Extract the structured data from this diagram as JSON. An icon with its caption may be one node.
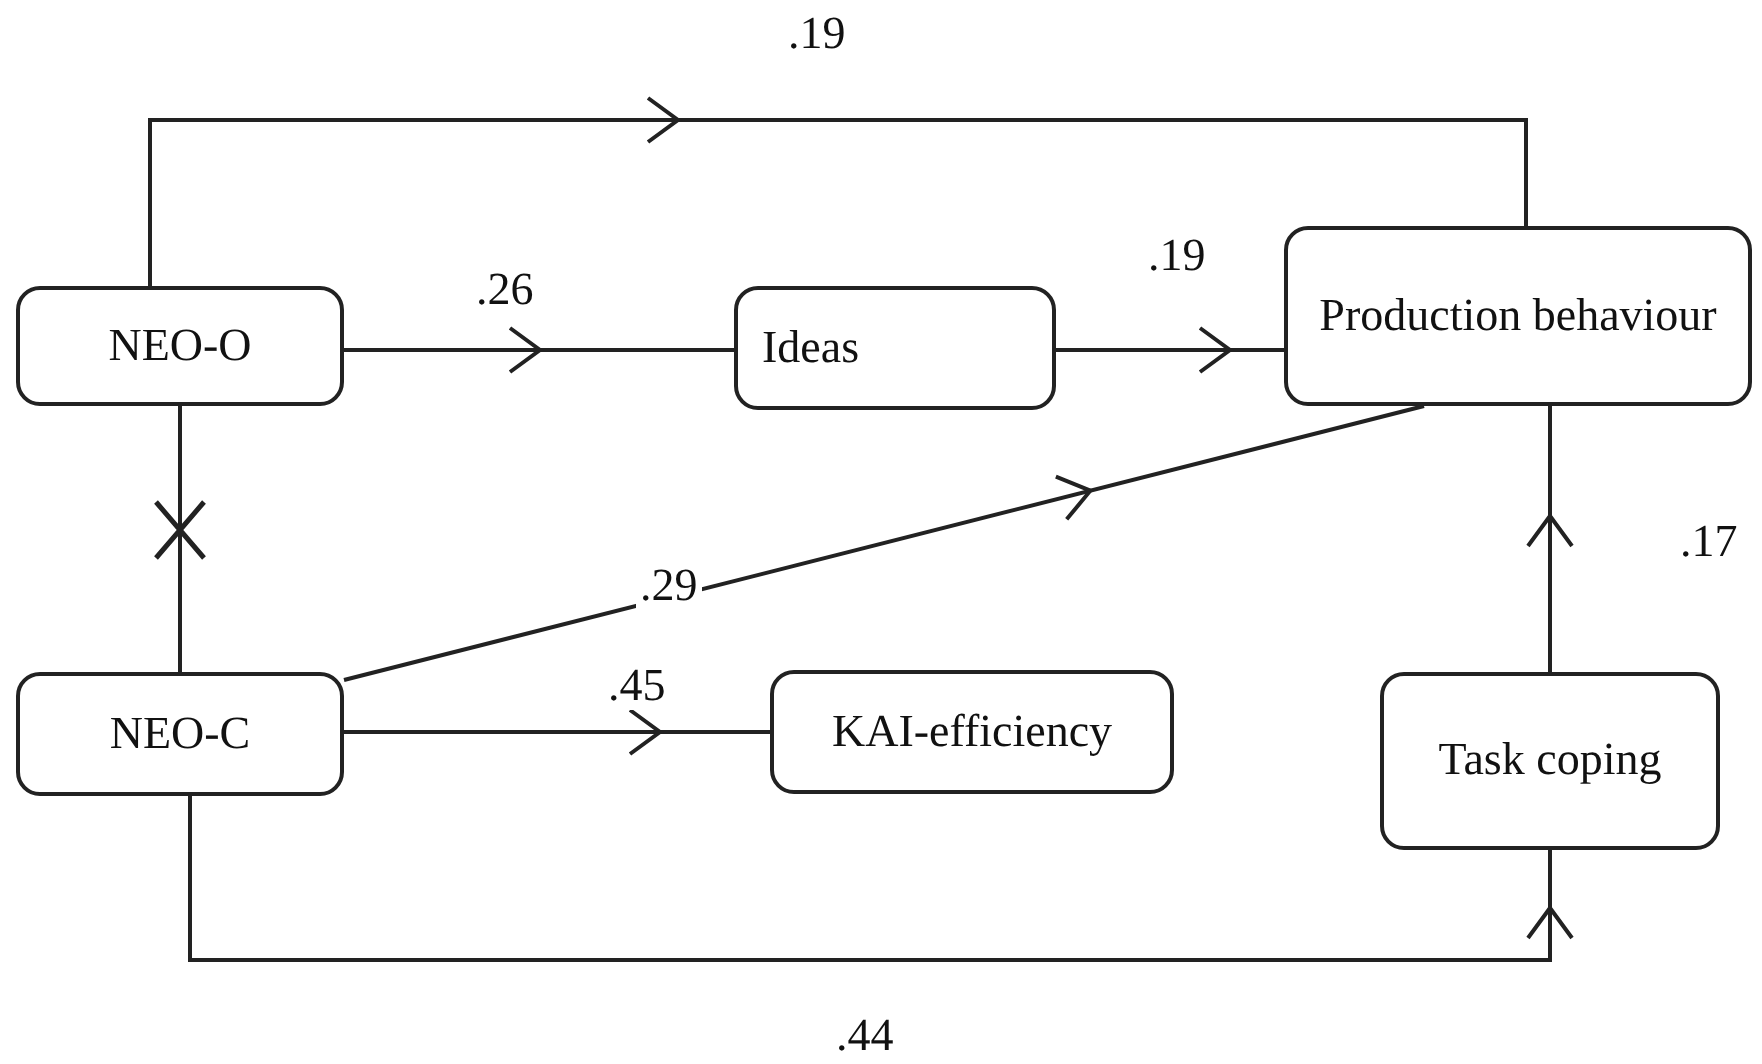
{
  "diagram": {
    "nodes": [
      {
        "text": [
          "NEO-O"
        ]
      },
      {
        "text": [
          "Ideas"
        ]
      },
      {
        "text": [
          "Production behaviour"
        ]
      },
      {
        "text": [
          "NEO-C"
        ]
      },
      {
        "text": [
          "KAI-efficiency"
        ]
      },
      {
        "text": [
          "Task coping"
        ]
      }
    ],
    "edges": [
      {
        "from": 0,
        "to": 2,
        "arrow": "to",
        "label": ".19"
      },
      {
        "from": 0,
        "to": 1,
        "arrow": "to",
        "label": ".26"
      },
      {
        "from": 1,
        "to": 2,
        "arrow": "to",
        "label": ".19"
      },
      {
        "from": 0,
        "to": 3,
        "arrow": "none"
      },
      {
        "from": 3,
        "to": 2,
        "arrow": "to",
        "label": ".29"
      },
      {
        "from": 3,
        "to": 4,
        "arrow": "to",
        "label": ".45"
      },
      {
        "from": 3,
        "to": 5,
        "arrow": "to",
        "label": ".44"
      },
      {
        "from": 5,
        "to": 2,
        "arrow": "to",
        "label": ".17"
      }
    ]
  }
}
